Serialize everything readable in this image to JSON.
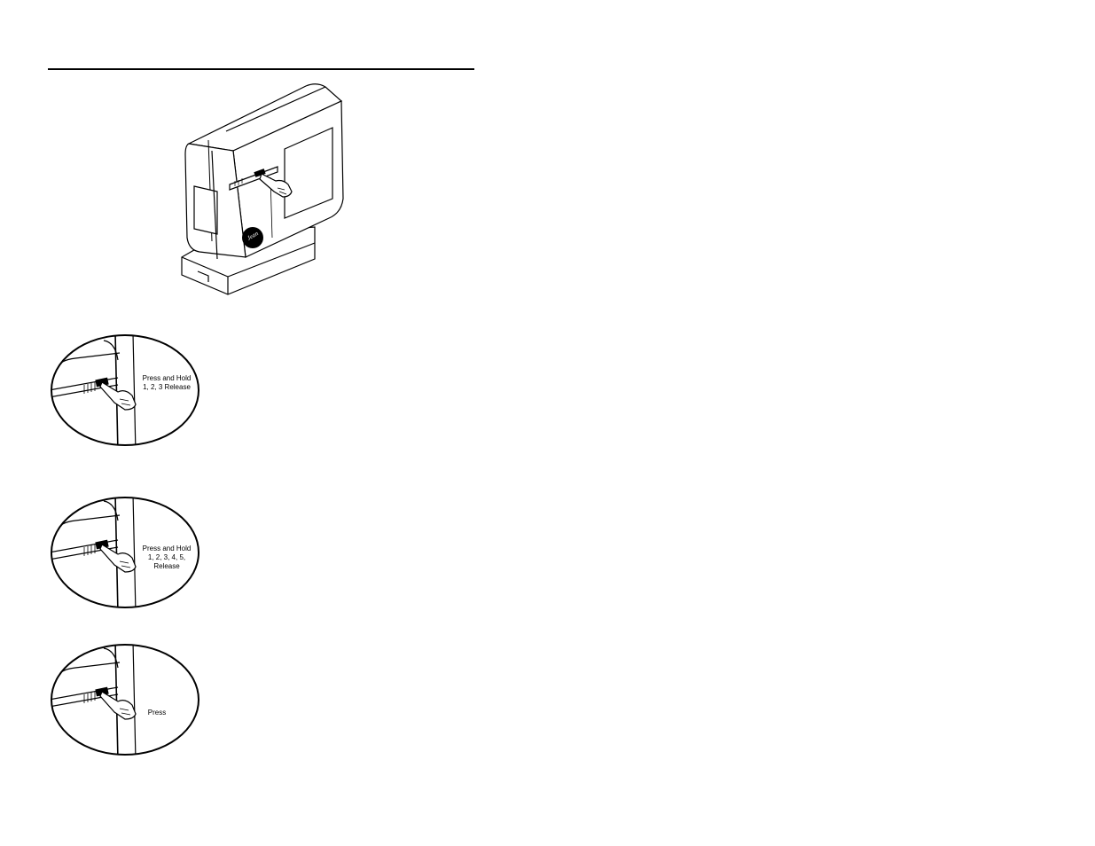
{
  "device": {
    "logo_text": "Jean"
  },
  "steps": [
    {
      "lines": [
        "Press and Hold",
        "1, 2, 3 Release"
      ]
    },
    {
      "lines": [
        "Press and Hold",
        "1, 2, 3, 4, 5,",
        "Release"
      ]
    },
    {
      "lines": [
        "Press"
      ]
    }
  ]
}
